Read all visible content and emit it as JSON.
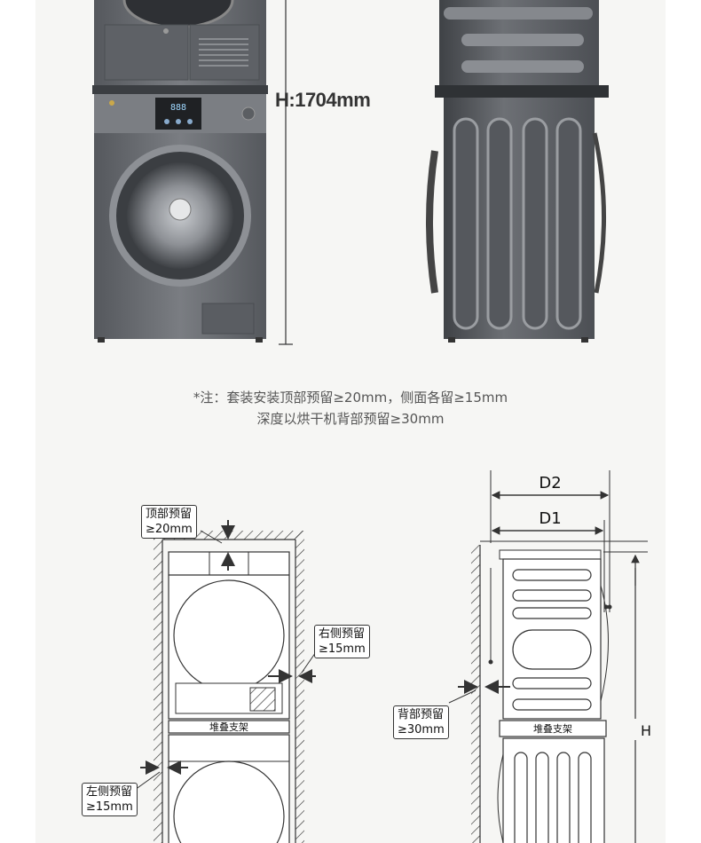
{
  "top_section": {
    "height_label": "H:1704mm",
    "note_line1": "*注：套装安装顶部预留≥20mm，侧面各留≥15mm",
    "note_line2": "深度以烘干机背部预留≥30mm",
    "panel_display": "888"
  },
  "front_diagram": {
    "top_clearance": {
      "line1": "顶部预留",
      "line2": "≥20mm"
    },
    "right_clearance": {
      "line1": "右侧预留",
      "line2": "≥15mm"
    },
    "left_clearance": {
      "line1": "左侧预留",
      "line2": "≥15mm"
    },
    "stacking_bracket": "堆叠支架"
  },
  "side_diagram": {
    "d2": "D2",
    "d1": "D1",
    "h": "H",
    "back_clearance": {
      "line1": "背部预留",
      "line2": "≥30mm"
    },
    "stacking_bracket": "堆叠支架"
  },
  "colors": {
    "appliance_body": "#6b6e73",
    "appliance_dark": "#4a4d52",
    "line": "#333333",
    "background": "#f6f6f4"
  }
}
